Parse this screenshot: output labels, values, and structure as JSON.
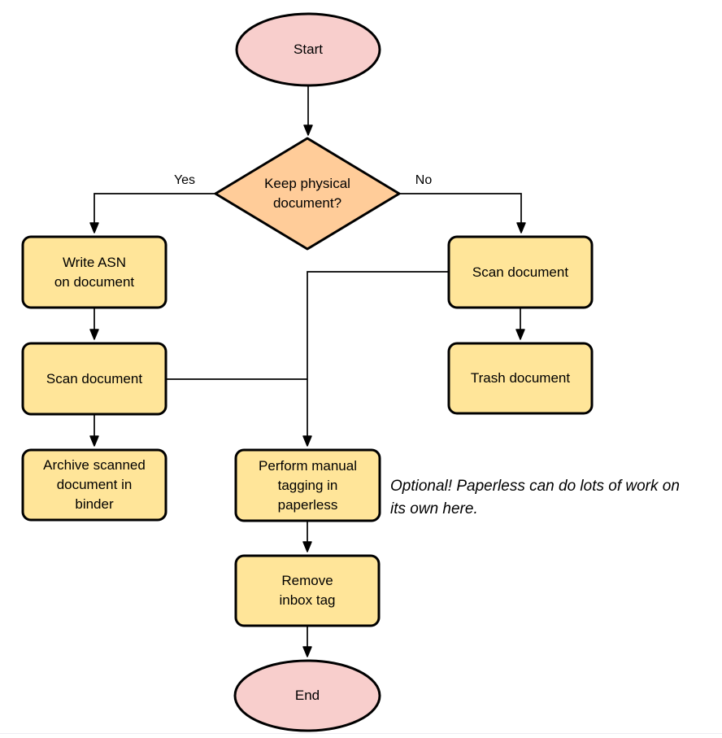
{
  "diagram": {
    "type": "flowchart",
    "nodes": {
      "start": {
        "shape": "ellipse",
        "label": "Start",
        "fill": "#f8cecc"
      },
      "decision": {
        "shape": "diamond",
        "label": "Keep physical\ndocument?",
        "fill": "#ffcc99"
      },
      "write_asn": {
        "shape": "rounded-rect",
        "label": "Write ASN\non document",
        "fill": "#ffe599"
      },
      "scan_left": {
        "shape": "rounded-rect",
        "label": "Scan document",
        "fill": "#ffe599"
      },
      "archive": {
        "shape": "rounded-rect",
        "label": "Archive scanned\ndocument in\nbinder",
        "fill": "#ffe599"
      },
      "scan_right": {
        "shape": "rounded-rect",
        "label": "Scan document",
        "fill": "#ffe599"
      },
      "trash": {
        "shape": "rounded-rect",
        "label": "Trash document",
        "fill": "#ffe599"
      },
      "perform": {
        "shape": "rounded-rect",
        "label": "Perform manual\ntagging in\npaperless",
        "fill": "#ffe599"
      },
      "remove": {
        "shape": "rounded-rect",
        "label": "Remove\ninbox tag",
        "fill": "#ffe599"
      },
      "end": {
        "shape": "ellipse",
        "label": "End",
        "fill": "#f8cecc"
      }
    },
    "edges": {
      "yes_label": "Yes",
      "no_label": "No"
    },
    "note": {
      "text": "Optional! Paperless can do lots of work on\nits own here."
    },
    "colors": {
      "stroke": "#000000",
      "terminator_fill": "#f8cecc",
      "decision_fill": "#ffcc99",
      "process_fill": "#ffe599",
      "background": "#ffffff"
    }
  }
}
